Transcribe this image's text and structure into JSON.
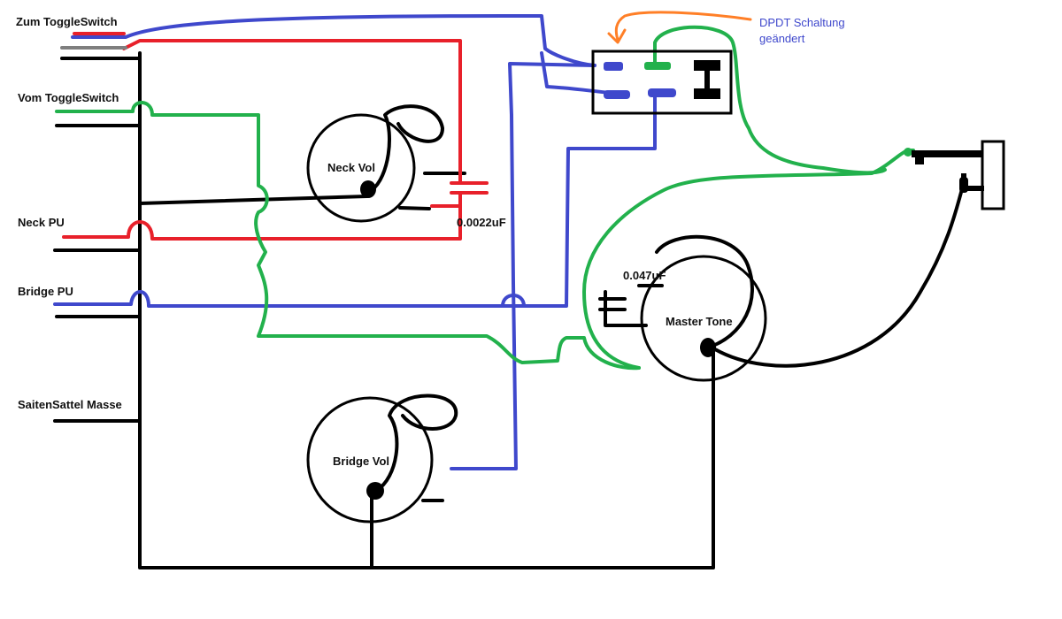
{
  "labels": {
    "to_toggle": "Zum ToggleSwitch",
    "from_toggle": "Vom ToggleSwitch",
    "neck_pu": "Neck PU",
    "bridge_pu": "Bridge PU",
    "string_ground": "SaitenSattel Masse",
    "neck_vol": "Neck Vol",
    "bridge_vol": "Bridge Vol",
    "master_tone": "Master Tone",
    "cap_neck": "0.0022uF",
    "cap_tone": "0.047uF",
    "dpdt_note_line1": "DPDT Schaltung",
    "dpdt_note_line2": "geändert"
  },
  "colors": {
    "black": "#000000",
    "red": "#e8202a",
    "blue": "#3f48cc",
    "green": "#22b14c",
    "gray": "#7f7f7f",
    "orange": "#ff7f27",
    "note_blue": "#3f48cc"
  }
}
